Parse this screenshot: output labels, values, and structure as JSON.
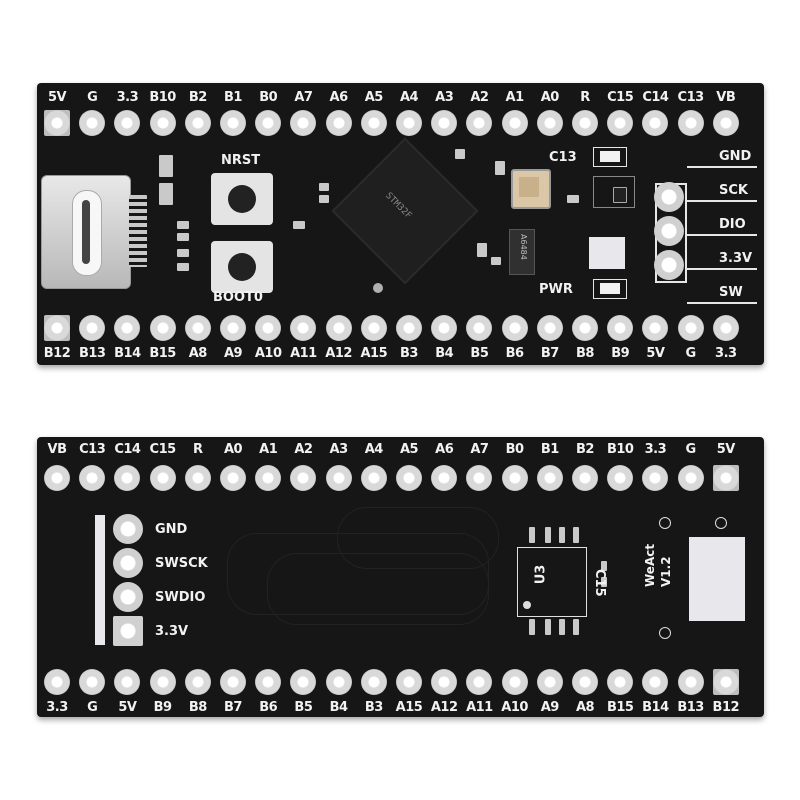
{
  "front": {
    "top_pins": [
      "5V",
      "G",
      "3.3",
      "B10",
      "B2",
      "B1",
      "B0",
      "A7",
      "A6",
      "A5",
      "A4",
      "A3",
      "A2",
      "A1",
      "A0",
      "R",
      "C15",
      "C14",
      "C13",
      "VB"
    ],
    "bottom_pins": [
      "B12",
      "B13",
      "B14",
      "B15",
      "A8",
      "A9",
      "A10",
      "A11",
      "A12",
      "A15",
      "B3",
      "B4",
      "B5",
      "B6",
      "B7",
      "B8",
      "B9",
      "5V",
      "G",
      "3.3"
    ],
    "labels": {
      "nrst": "NRST",
      "boot0": "BOOT0",
      "c13": "C13",
      "pwr": "PWR"
    },
    "swd_pins": [
      "GND",
      "SCK",
      "DIO",
      "3.3V",
      "SW"
    ],
    "chip_text": "STM32F",
    "small_chip_text": "A6484"
  },
  "back": {
    "top_pins": [
      "VB",
      "C13",
      "C14",
      "C15",
      "R",
      "A0",
      "A1",
      "A2",
      "A3",
      "A4",
      "A5",
      "A6",
      "A7",
      "B0",
      "B1",
      "B2",
      "B10",
      "3.3",
      "G",
      "5V"
    ],
    "bottom_pins": [
      "3.3",
      "G",
      "5V",
      "B9",
      "B8",
      "B7",
      "B6",
      "B5",
      "B4",
      "B3",
      "A15",
      "A12",
      "A11",
      "A10",
      "A9",
      "A8",
      "B15",
      "B14",
      "B13",
      "B12"
    ],
    "swd_pins": [
      "GND",
      "SWSCK",
      "SWDIO",
      "3.3V"
    ],
    "labels": {
      "u3": "U3",
      "c15": "C15",
      "weact": "WeAct",
      "version": "V1.2"
    }
  }
}
